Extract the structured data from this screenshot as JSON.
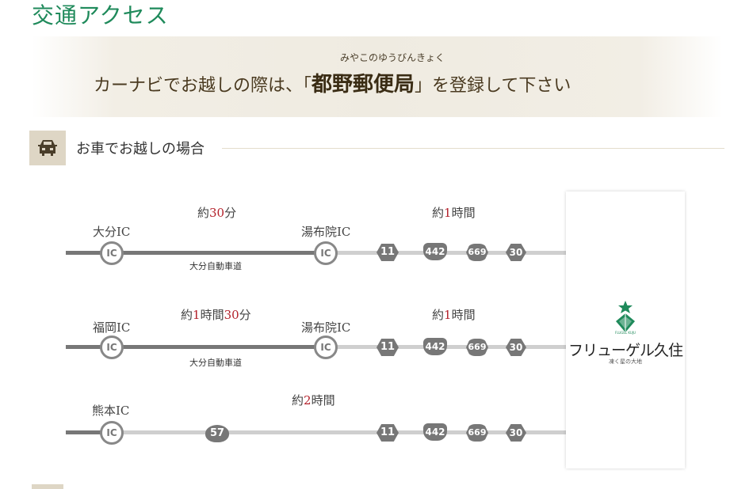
{
  "page": {
    "title": "交通アクセス"
  },
  "navi": {
    "furigana": "みやこのゆうびんきょく",
    "prefix": "カーナビでお越しの際は、「",
    "destination": "都野郵便局",
    "suffix": "」を登録して下さい"
  },
  "section": {
    "title": "お車でお越しの場合",
    "icon": "car-icon"
  },
  "routes": [
    {
      "start_ic": "大分IC",
      "time1": {
        "pre": "約",
        "num1": "30",
        "unit1": "分",
        "num2": "",
        "unit2": ""
      },
      "road": "大分自動車道",
      "mid_ic": "湯布院IC",
      "time2": {
        "pre": "約",
        "num": "1",
        "unit": "時間"
      },
      "ic_badge": "IC",
      "shields": [
        "11",
        "442",
        "669",
        "30"
      ]
    },
    {
      "start_ic": "福岡IC",
      "time1": {
        "pre": "約",
        "num1": "1",
        "unit1": "時間",
        "num2": "30",
        "unit2": "分"
      },
      "road": "大分自動車道",
      "mid_ic": "湯布院IC",
      "time2": {
        "pre": "約",
        "num": "1",
        "unit": "時間"
      },
      "ic_badge": "IC",
      "shields": [
        "11",
        "442",
        "669",
        "30"
      ]
    },
    {
      "start_ic": "熊本IC",
      "time1": {
        "pre": "約",
        "num": "2",
        "unit": "時間"
      },
      "ic_badge": "IC",
      "shields": [
        "57",
        "11",
        "442",
        "669",
        "30"
      ]
    }
  ],
  "destination_card": {
    "name": "フリューゲル久住",
    "tagline": "凍く星の大地",
    "logo_text": "FLUGEL KUJU",
    "colors": {
      "brand_green": "#1f8a5b"
    }
  }
}
